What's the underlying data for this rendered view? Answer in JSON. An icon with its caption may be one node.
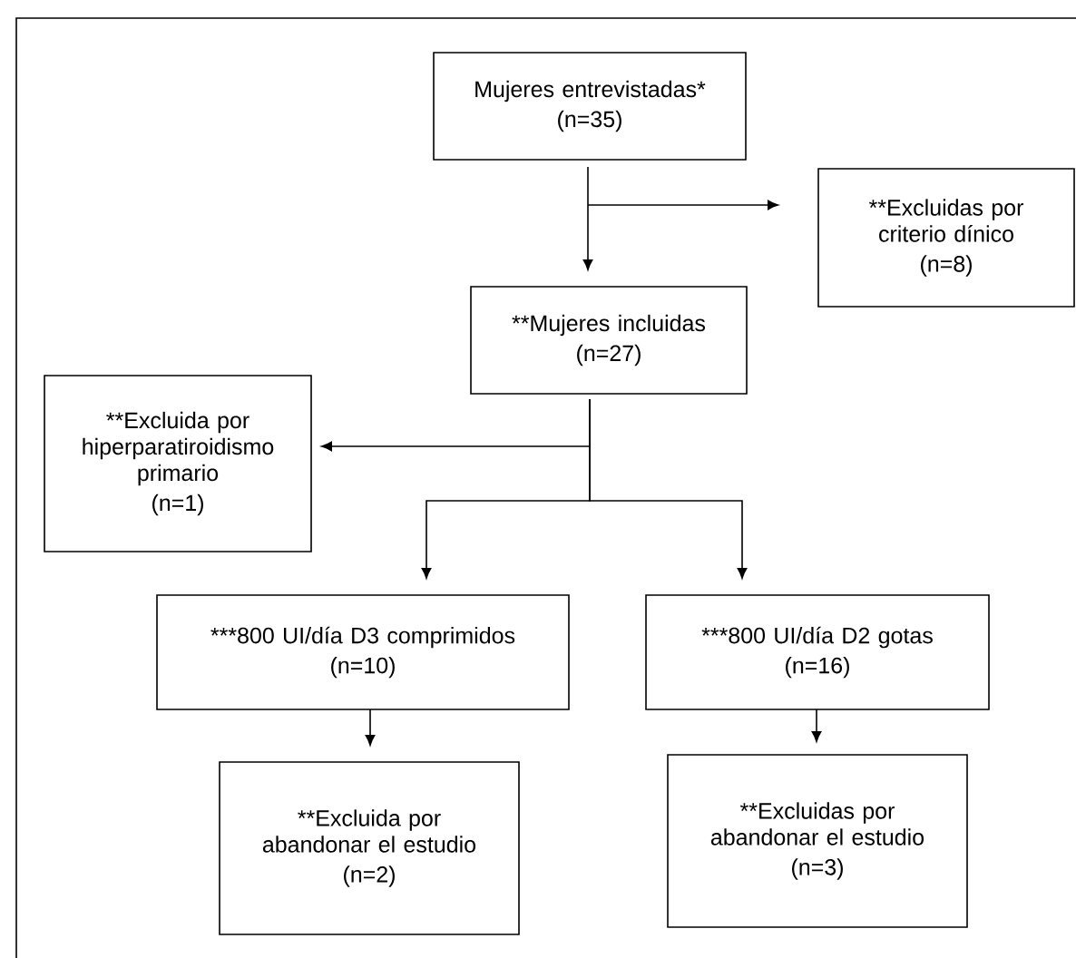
{
  "diagram": {
    "nodes": [
      {
        "text": [
          "Mujeres entrevistadas*",
          "(n=35)"
        ]
      },
      {
        "text": [
          "**Excluidas por criterio dínico",
          "(n=8)"
        ]
      },
      {
        "text": [
          "**Mujeres incluidas",
          "(n=27)"
        ]
      },
      {
        "text": [
          "**Excluida por hiperparatiroidismo primario",
          "(n=1)"
        ]
      },
      {
        "text": [
          "***800 UI/día D3 comprimidos",
          "(n=10)"
        ]
      },
      {
        "text": [
          "***800 UI/día D2 gotas",
          "(n=16)"
        ]
      },
      {
        "text": [
          "**Excluida por abandonar el estudio",
          "(n=2)"
        ]
      },
      {
        "text": [
          "**Excluidas por abandonar el estudio",
          "(n=3)"
        ]
      }
    ],
    "edges": [
      {
        "from": 0,
        "to": 2,
        "arrow": "to"
      },
      {
        "from": 0,
        "to": 1,
        "arrow": "to"
      },
      {
        "from": 2,
        "to": 3,
        "arrow": "to"
      },
      {
        "from": 2,
        "to": 4,
        "arrow": "to"
      },
      {
        "from": 2,
        "to": 5,
        "arrow": "to"
      },
      {
        "from": 4,
        "to": 6,
        "arrow": "to"
      },
      {
        "from": 5,
        "to": 7,
        "arrow": "to"
      }
    ]
  }
}
